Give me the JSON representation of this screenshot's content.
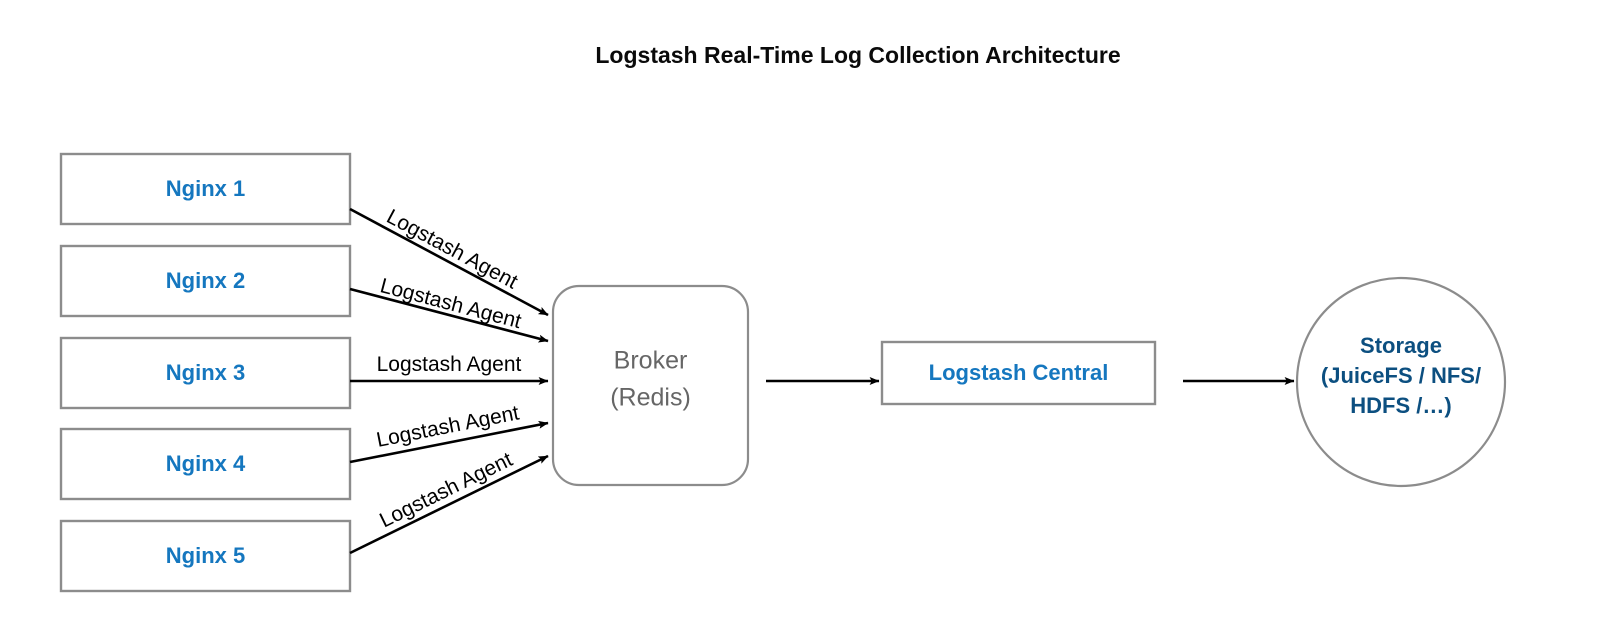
{
  "title": "Logstash Real-Time Log Collection Architecture",
  "colors": {
    "background": "#ffffff",
    "title_text": "#0a0a0a",
    "box_stroke": "#8c8c8c",
    "node_blue": "#1577bf",
    "node_navy": "#0c4f80",
    "node_gray": "#666666",
    "edge": "#000000"
  },
  "sources": {
    "label_color": "#1577bf",
    "items": [
      {
        "label": "Nginx 1"
      },
      {
        "label": "Nginx 2"
      },
      {
        "label": "Nginx 3"
      },
      {
        "label": "Nginx 4"
      },
      {
        "label": "Nginx 5"
      }
    ]
  },
  "broker": {
    "line1": "Broker",
    "line2": "(Redis)"
  },
  "central": {
    "label": "Logstash Central"
  },
  "storage": {
    "line1": "Storage",
    "line2": "(JuiceFS / NFS/",
    "line3": "HDFS /…)"
  },
  "edges": {
    "agent_label": "Logstash Agent",
    "agent_labels": [
      "Logstash Agent",
      "Logstash Agent",
      "Logstash Agent",
      "Logstash Agent",
      "Logstash Agent"
    ]
  }
}
